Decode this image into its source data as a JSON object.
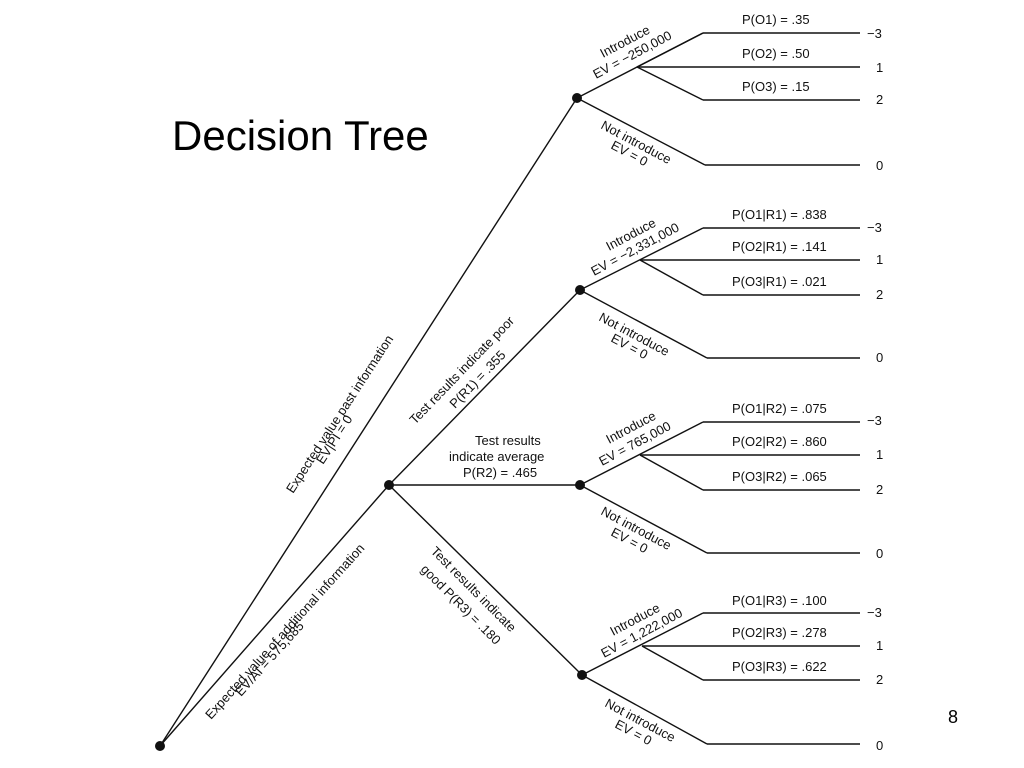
{
  "slide": {
    "title": "Decision Tree",
    "page_number": "8"
  },
  "tree": {
    "upper_branch": {
      "line1": "Expected value past information",
      "line2": "EV|PI = 0"
    },
    "lower_branch": {
      "line1": "Expected value of additional information",
      "line2": "EV/AI = 575,685"
    },
    "test_results": {
      "poor": {
        "line1": "Test results indicate poor",
        "line2": "P(R1) = .355"
      },
      "average": {
        "line1": "Test results",
        "line2": "indicate average",
        "line3": "P(R2) = .465"
      },
      "good": {
        "line1": "Test results indicate",
        "line2": "good P(R3) = .180"
      }
    },
    "groups": [
      {
        "introduce": {
          "line1": "Introduce",
          "line2": "EV = −250,000"
        },
        "not_introduce": {
          "line1": "Not introduce",
          "line2": "EV = 0"
        },
        "probabilities": [
          "P(O1) = .35",
          "P(O2) = .50",
          "P(O3) = .15"
        ],
        "payoffs": [
          "−3",
          "1",
          "2",
          "0"
        ]
      },
      {
        "introduce": {
          "line1": "Introduce",
          "line2": "EV = −2,331,000"
        },
        "not_introduce": {
          "line1": "Not introduce",
          "line2": "EV = 0"
        },
        "probabilities": [
          "P(O1|R1) = .838",
          "P(O2|R1) = .141",
          "P(O3|R1) = .021"
        ],
        "payoffs": [
          "−3",
          "1",
          "2",
          "0"
        ]
      },
      {
        "introduce": {
          "line1": "Introduce",
          "line2": "EV = 765,000"
        },
        "not_introduce": {
          "line1": "Not introduce",
          "line2": "EV = 0"
        },
        "probabilities": [
          "P(O1|R2) = .075",
          "P(O2|R2) = .860",
          "P(O3|R2) = .065"
        ],
        "payoffs": [
          "−3",
          "1",
          "2",
          "0"
        ]
      },
      {
        "introduce": {
          "line1": "Introduce",
          "line2": "EV = 1,222,000"
        },
        "not_introduce": {
          "line1": "Not introduce",
          "line2": "EV = 0"
        },
        "probabilities": [
          "P(O1|R3) = .100",
          "P(O2|R3) = .278",
          "P(O3|R3) = .622"
        ],
        "payoffs": [
          "−3",
          "1",
          "2",
          "0"
        ]
      }
    ]
  }
}
